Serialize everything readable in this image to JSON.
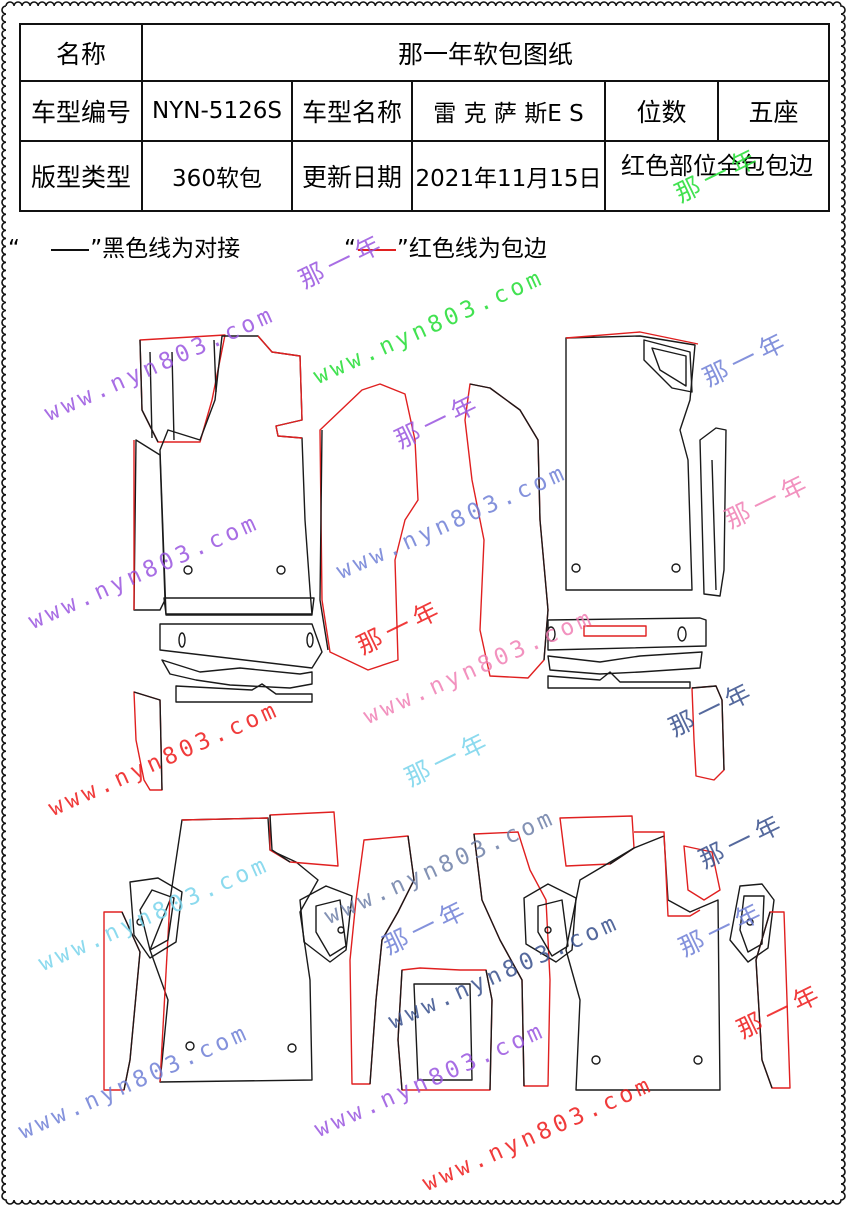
{
  "table": {
    "name_label": "名称",
    "name_value": "那一年软包图纸",
    "code_label": "车型编号",
    "code_value": "NYN-5126S",
    "model_label": "车型名称",
    "model_value": "雷 克 萨 斯E S",
    "seats_label": "位数",
    "seats_value": "五座",
    "type_label": "版型类型",
    "type_value": "360软包",
    "date_label": "更新日期",
    "date_value": "2021年11月15日",
    "note": "红色部位全包包边"
  },
  "legend": {
    "black_open": "“",
    "black_text": "”黑色线为对接",
    "red_open": "“",
    "red_text": "”红色线为包边"
  },
  "watermarks": {
    "url": "www.nyn803.com",
    "brand": "那一年"
  },
  "colors": {
    "seam_black": "#1a1a1a",
    "edge_red": "#e02020",
    "wm_purple": "#9a55e0",
    "wm_blue": "#6f7fd6",
    "wm_pink": "#f07fb4",
    "wm_cyan": "#78d4ec",
    "wm_green": "#22dd33",
    "wm_red": "#ee1a1a",
    "wm_navy": "#38508c",
    "wm_slate": "#6e7fa8"
  }
}
